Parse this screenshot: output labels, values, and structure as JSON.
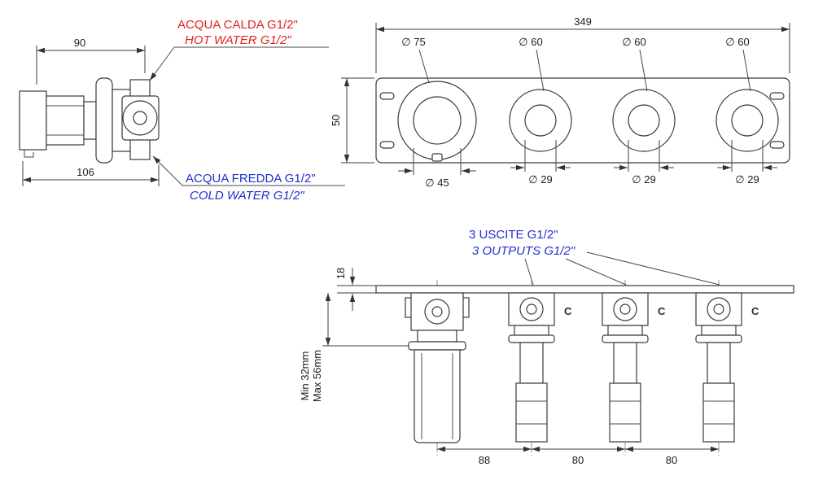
{
  "colors": {
    "line": "#3a3a3a",
    "dimension_text": "#1c1c1c",
    "hot_label": "#e0251b",
    "cold_label": "#2130cf"
  },
  "side_view": {
    "dim_90": "90",
    "dim_106": "106",
    "hot_line1": "ACQUA CALDA G1/2\"",
    "hot_line2": "HOT WATER G1/2\"",
    "cold_line1": "ACQUA FREDDA G1/2\"",
    "cold_line2": "COLD WATER G1/2\""
  },
  "front_view": {
    "dim_width": "349",
    "dim_height": "50",
    "knob1_outer": "∅ 75",
    "knob1_inner": "∅ 45",
    "knob2_outer": "∅ 60",
    "knob2_inner": "∅ 29",
    "knob3_outer": "∅ 60",
    "knob3_inner": "∅ 29",
    "knob4_outer": "∅ 60",
    "knob4_inner": "∅ 29"
  },
  "bottom_view": {
    "dim_thickness": "18",
    "depth_min": "Min 32mm",
    "depth_max": "Max 56mm",
    "outputs_line1": "3 USCITE G1/2\"",
    "outputs_line2": "3 OUTPUTS G1/2\"",
    "outlet_mark": "C",
    "dim_span1": "88",
    "dim_span2": "80",
    "dim_span3": "80"
  }
}
